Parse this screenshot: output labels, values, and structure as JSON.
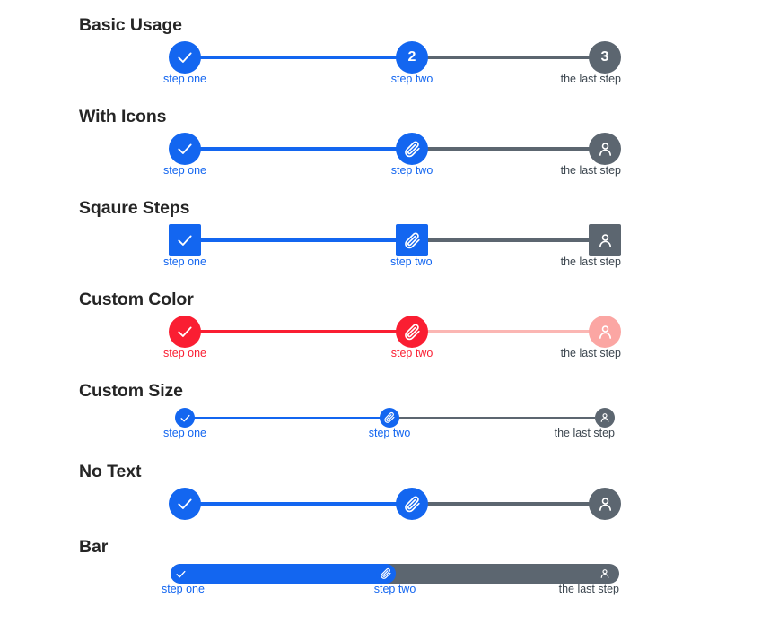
{
  "page": {
    "background": "#ffffff",
    "accent_blue": "#1366f0",
    "inactive_gray": "#5c6670",
    "accent_red": "#fa1e32",
    "inactive_red": "#fba6a3",
    "heading_color": "#252525"
  },
  "sections": [
    {
      "id": "basic-usage",
      "title": "Basic Usage",
      "steps": [
        {
          "label": "step one",
          "state": "done",
          "icon": "check-icon"
        },
        {
          "label": "step two",
          "state": "active",
          "icon": "number-2"
        },
        {
          "label": "the last step",
          "state": "inactive",
          "icon": "number-3"
        }
      ]
    },
    {
      "id": "with-icons",
      "title": "With Icons",
      "steps": [
        {
          "label": "step one",
          "state": "done",
          "icon": "check-icon"
        },
        {
          "label": "step two",
          "state": "active",
          "icon": "paperclip-icon"
        },
        {
          "label": "the last step",
          "state": "inactive",
          "icon": "user-icon"
        }
      ]
    },
    {
      "id": "square-steps",
      "title": "Sqaure Steps",
      "steps": [
        {
          "label": "step one",
          "state": "done",
          "icon": "check-icon"
        },
        {
          "label": "step two",
          "state": "active",
          "icon": "paperclip-icon"
        },
        {
          "label": "the last step",
          "state": "inactive",
          "icon": "user-icon"
        }
      ]
    },
    {
      "id": "custom-color",
      "title": "Custom Color",
      "steps": [
        {
          "label": "step one",
          "state": "done",
          "icon": "check-icon"
        },
        {
          "label": "step two",
          "state": "active",
          "icon": "paperclip-icon"
        },
        {
          "label": "the last step",
          "state": "inactive",
          "icon": "user-icon"
        }
      ]
    },
    {
      "id": "custom-size",
      "title": "Custom Size",
      "steps": [
        {
          "label": "step one",
          "state": "done",
          "icon": "check-icon"
        },
        {
          "label": "step two",
          "state": "active",
          "icon": "paperclip-icon"
        },
        {
          "label": "the last step",
          "state": "inactive",
          "icon": "user-icon"
        }
      ]
    },
    {
      "id": "no-text",
      "title": "No Text",
      "steps": [
        {
          "label": "",
          "state": "done",
          "icon": "check-icon"
        },
        {
          "label": "",
          "state": "active",
          "icon": "paperclip-icon"
        },
        {
          "label": "",
          "state": "inactive",
          "icon": "user-icon"
        }
      ]
    },
    {
      "id": "bar",
      "title": "Bar",
      "steps": [
        {
          "label": "step one",
          "state": "done",
          "icon": "check-icon"
        },
        {
          "label": "step two",
          "state": "active",
          "icon": "paperclip-icon"
        },
        {
          "label": "the last step",
          "state": "inactive",
          "icon": "user-icon"
        }
      ]
    }
  ]
}
